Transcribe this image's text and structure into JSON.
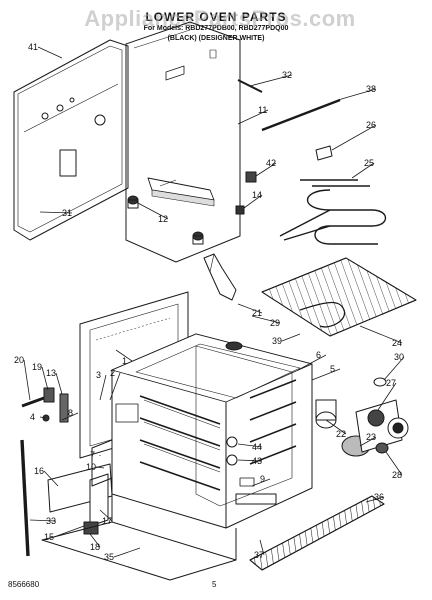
{
  "header": {
    "title": "LOWER OVEN PARTS",
    "models": "For Models: RBD277PDB00, RBD277PDQ00",
    "finish": "(BLACK)  (DESIGNER WHITE)"
  },
  "watermark": "AppliancePartsPros.com",
  "footer": {
    "figure_no": "8566680",
    "page_no": "5"
  },
  "callouts": [
    {
      "n": "41"
    },
    {
      "n": "32"
    },
    {
      "n": "11"
    },
    {
      "n": "38"
    },
    {
      "n": "26"
    },
    {
      "n": "42"
    },
    {
      "n": "25"
    },
    {
      "n": "14"
    },
    {
      "n": "31"
    },
    {
      "n": "12"
    },
    {
      "n": "21"
    },
    {
      "n": "29"
    },
    {
      "n": "39"
    },
    {
      "n": "24"
    },
    {
      "n": "1"
    },
    {
      "n": "6"
    },
    {
      "n": "5"
    },
    {
      "n": "30"
    },
    {
      "n": "20"
    },
    {
      "n": "19"
    },
    {
      "n": "13"
    },
    {
      "n": "3"
    },
    {
      "n": "2"
    },
    {
      "n": "27"
    },
    {
      "n": "4"
    },
    {
      "n": "8"
    },
    {
      "n": "22"
    },
    {
      "n": "44"
    },
    {
      "n": "23"
    },
    {
      "n": "43"
    },
    {
      "n": "7"
    },
    {
      "n": "10"
    },
    {
      "n": "16"
    },
    {
      "n": "28"
    },
    {
      "n": "9"
    },
    {
      "n": "36"
    },
    {
      "n": "33"
    },
    {
      "n": "17"
    },
    {
      "n": "15"
    },
    {
      "n": "18"
    },
    {
      "n": "35"
    },
    {
      "n": "37"
    }
  ]
}
